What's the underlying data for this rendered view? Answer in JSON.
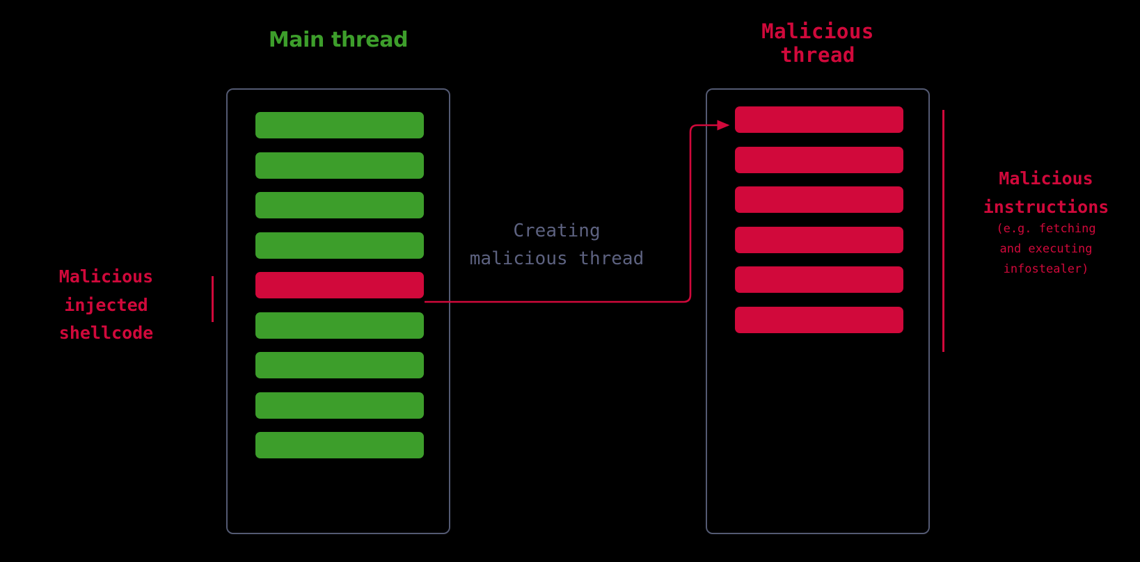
{
  "diagram": {
    "background_color": "#000000",
    "palette": {
      "green": "#3d9e2b",
      "red": "#d1093b",
      "border_slate": "#545a73",
      "caption_gray": "#5d6280"
    },
    "columns": {
      "main": {
        "title": "Main thread",
        "title_color": "#3d9e2b",
        "bars": [
          {
            "index": 0,
            "color": "green"
          },
          {
            "index": 1,
            "color": "green"
          },
          {
            "index": 2,
            "color": "green"
          },
          {
            "index": 3,
            "color": "green"
          },
          {
            "index": 4,
            "color": "red"
          },
          {
            "index": 5,
            "color": "green"
          },
          {
            "index": 6,
            "color": "green"
          },
          {
            "index": 7,
            "color": "green"
          },
          {
            "index": 8,
            "color": "green"
          }
        ]
      },
      "malicious": {
        "title": "Malicious\nthread",
        "title_color": "#d1093b",
        "bars": [
          {
            "index": 0,
            "color": "red"
          },
          {
            "index": 1,
            "color": "red"
          },
          {
            "index": 2,
            "color": "red"
          },
          {
            "index": 3,
            "color": "red"
          },
          {
            "index": 4,
            "color": "red"
          },
          {
            "index": 5,
            "color": "red"
          }
        ]
      }
    },
    "annotations": {
      "left": "Malicious\ninjected\nshellcode",
      "right_title": "Malicious\ninstructions",
      "right_subtitle": "(e.g. fetching\nand executing\ninfostealer)"
    },
    "connector": {
      "caption": "Creating\nmalicious thread",
      "color": "#d1093b",
      "arrow_icon": "arrow-right-icon"
    }
  }
}
